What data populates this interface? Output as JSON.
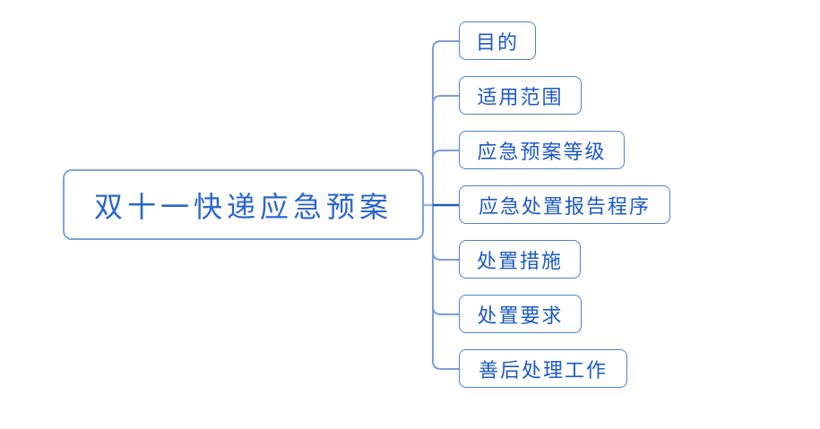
{
  "diagram": {
    "type": "mindmap",
    "background": "#ffffff",
    "root": {
      "label": "双十一快递应急预案"
    },
    "branches": [
      {
        "label": "目的"
      },
      {
        "label": "适用范围"
      },
      {
        "label": "应急预案等级"
      },
      {
        "label": "应急处置报告程序"
      },
      {
        "label": "处置措施"
      },
      {
        "label": "处置要求"
      },
      {
        "label": "善后处理工作"
      }
    ],
    "colors": {
      "root_border": "#7da4dc",
      "branch_border": "#5081cc",
      "root_text": "#2a66cc",
      "branch_text": "#1d59c5",
      "trunk_line": "#7b9fd4",
      "root_link_line": "#9cb5e0",
      "highlight_link_line": "#1f5ab8"
    }
  }
}
